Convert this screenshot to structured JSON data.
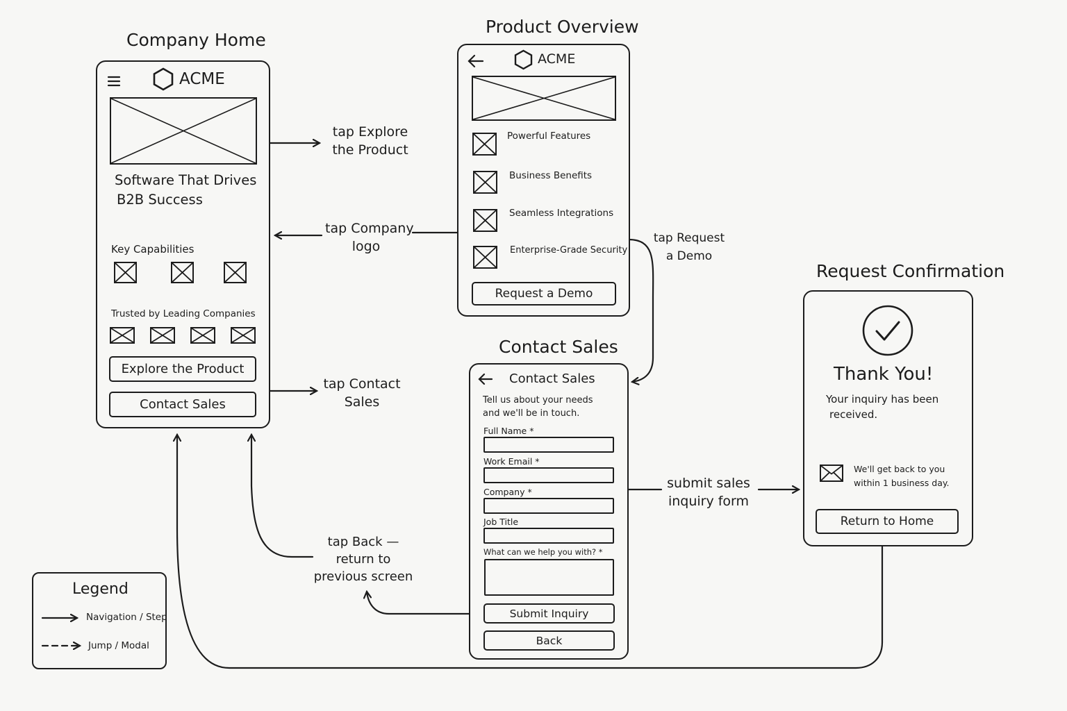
{
  "screens": {
    "home": {
      "title": "Company Home",
      "brand": "ACME",
      "headline_line1": "Software That Drives",
      "headline_line2": "B2B Success",
      "capabilities_heading": "Key Capabilities",
      "trusted_heading": "Trusted by Leading Companies",
      "explore_button": "Explore the Product",
      "contact_button": "Contact Sales"
    },
    "product": {
      "title": "Product Overview",
      "brand": "ACME",
      "features": [
        "Powerful Features",
        "Business Benefits",
        "Seamless Integrations",
        "Enterprise-Grade Security"
      ],
      "demo_button": "Request a Demo"
    },
    "contact": {
      "title": "Contact Sales",
      "header": "Contact Sales",
      "intro_line1": "Tell us about your needs",
      "intro_line2": "and we'll be in touch.",
      "fields": [
        "Full Name *",
        "Work Email *",
        "Company *",
        "Job Title"
      ],
      "message_label": "What can we help you with? *",
      "submit_button": "Submit Inquiry",
      "back_button": "Back"
    },
    "confirmation": {
      "title": "Request Confirmation",
      "heading": "Thank You!",
      "message_line1": "Your inquiry has been",
      "message_line2": "received.",
      "followup_line1": "We'll get back to you",
      "followup_line2": "within 1 business day.",
      "home_button": "Return to Home"
    }
  },
  "annotations": {
    "explore_line1": "tap Explore",
    "explore_line2": "the Product",
    "logo_line1": "tap Company",
    "logo_line2": "logo",
    "contact_line1": "tap Contact",
    "contact_line2": "Sales",
    "demo_line1": "tap Request",
    "demo_line2": "a Demo",
    "submit_line1": "submit sales",
    "submit_line2": "inquiry form",
    "back_line1": "tap Back —",
    "back_line2": "return to",
    "back_line3": "previous screen"
  },
  "legend": {
    "title": "Legend",
    "solid": "Navigation / Step",
    "dashed": "Jump / Modal"
  }
}
